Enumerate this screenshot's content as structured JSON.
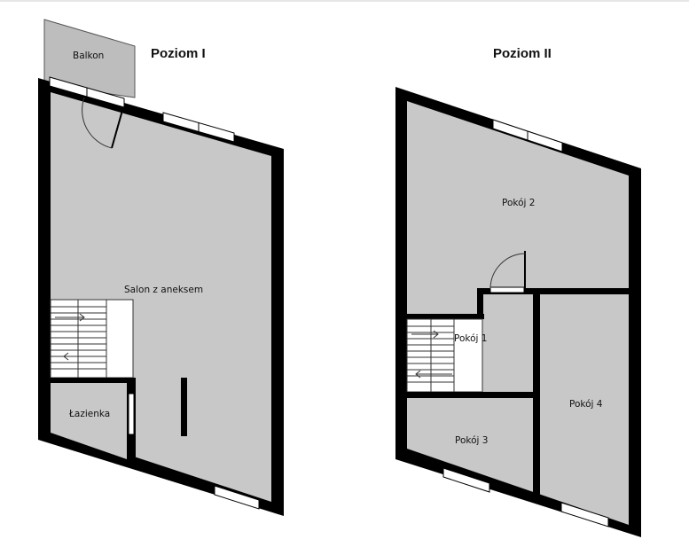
{
  "levels": {
    "level1": {
      "title": "Poziom I",
      "rooms": {
        "balcony": "Balkon",
        "living": "Salon z aneksem",
        "bathroom": "Łazienka"
      }
    },
    "level2": {
      "title": "Poziom II",
      "rooms": {
        "room1": "Pokój 1",
        "room2": "Pokój 2",
        "room3": "Pokój 3",
        "room4": "Pokój 4"
      }
    }
  },
  "colors": {
    "floor": "#c8c8c8",
    "wall": "#000000",
    "window": "#ffffff",
    "balcony": "#bdbdbd"
  }
}
